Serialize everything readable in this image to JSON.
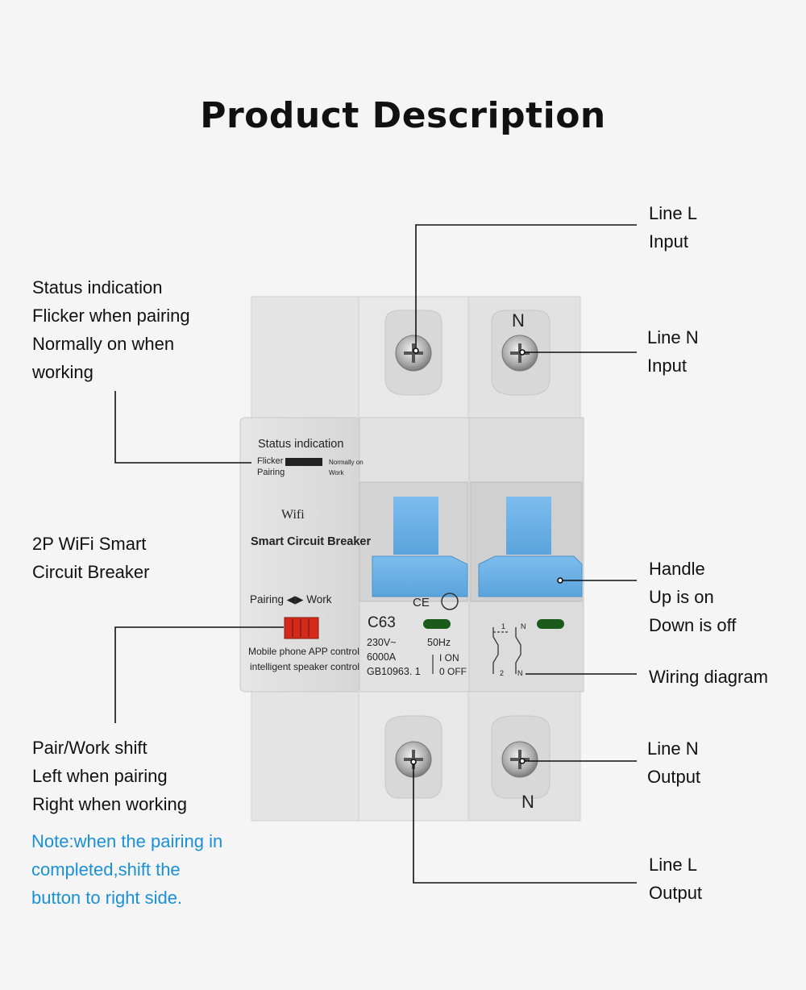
{
  "title": "Product Description",
  "callouts": {
    "line_l_input": [
      "Line L",
      "Input"
    ],
    "line_n_input": [
      "Line N",
      "Input"
    ],
    "status": [
      "Status indication",
      "Flicker when pairing",
      "Normally on when",
      "working"
    ],
    "product": [
      "2P WiFi Smart",
      "Circuit Breaker"
    ],
    "handle": [
      "Handle",
      "Up is on",
      "Down is off"
    ],
    "wiring": [
      "Wiring diagram"
    ],
    "pair_work": [
      "Pair/Work shift",
      "Left when pairing",
      "Right when working"
    ],
    "note": [
      "Note:when the pairing in",
      "completed,shift the",
      "button to right side."
    ],
    "line_n_output": [
      "Line N",
      "Output"
    ],
    "line_l_output": [
      "Line L",
      "Output"
    ]
  },
  "device": {
    "status_title": "Status indication",
    "flicker": "Flicker",
    "pairing": "Pairing",
    "normally_on": "Normally on",
    "work": "Work",
    "wifi": "Wifi",
    "product_name": "Smart Circuit Breaker",
    "pairing_work": "Pairing ◀▶ Work",
    "mobile_control": "Mobile phone APP control",
    "speaker_control": "intelligent speaker control",
    "model": "C63",
    "voltage": "230V~",
    "frequency": "50Hz",
    "capacity": "6000A",
    "on_label": "I ON",
    "off_label": "0 OFF",
    "standard": "GB10963. 1",
    "ce_mark": "CE",
    "n_top": "N",
    "n_bottom": "N",
    "wd_1": "1",
    "wd_n": "N",
    "wd_2": "2",
    "wd_n2": "N"
  },
  "colors": {
    "handle": "#6fb2e6",
    "body": "#dedede",
    "accent_note": "#1a90d8",
    "pair_button": "#d42a1a",
    "led": "#1a5a1a"
  }
}
